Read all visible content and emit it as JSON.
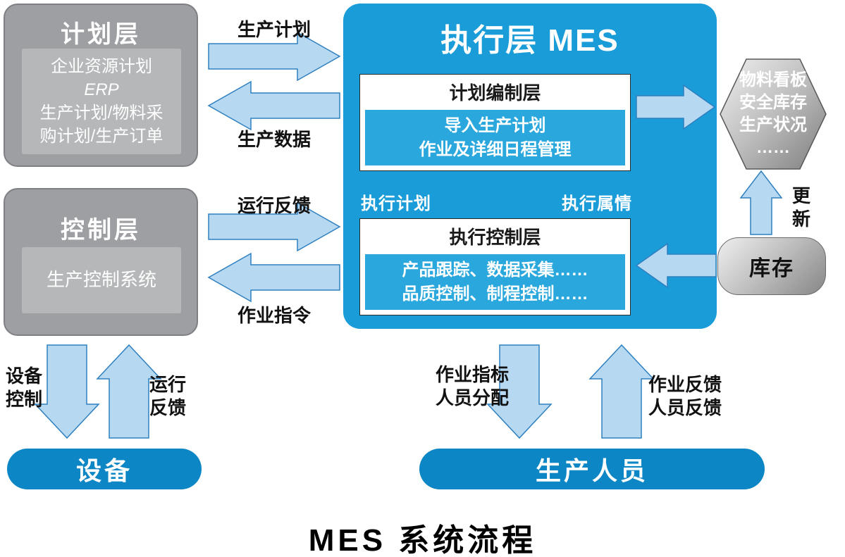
{
  "page_title": "MES 系统流程",
  "planning_layer": {
    "title": "计划层",
    "lines": [
      "企业资源计划",
      "ERP",
      "生产计划/物料采",
      "购计划/生产订单"
    ]
  },
  "control_layer": {
    "title": "控制层",
    "system": "生产控制系统"
  },
  "mes": {
    "title": "执行层 MES",
    "planning_box": {
      "header": "计划编制层",
      "lines": [
        "导入生产计划",
        "作业及详细日程管理"
      ]
    },
    "exec_plan_label": "执行计划",
    "exec_detail_label": "执行属情",
    "exec_box": {
      "header": "执行控制层",
      "lines": [
        "产品跟踪、数据采集……",
        "品质控制、制程控制……"
      ]
    }
  },
  "kanban": {
    "lines": "物料看板\n安全库存\n生产状况\n……"
  },
  "inventory_label": "库存",
  "arrow_labels": {
    "production_plan": "生产计划",
    "production_data": "生产数据",
    "run_feedback": "运行反馈",
    "work_order": "作业指令",
    "update": "更\n新",
    "device_control": "设备\n控制",
    "device_feedback": "运行\n反馈",
    "work_assign": "作业指标\n人员分配",
    "work_feedback": "作业反馈\n人员反馈"
  },
  "equipment_label": "设备",
  "personnel_label": "生产人员",
  "colors": {
    "mes_blue": "#1a9cd8",
    "inner_blue": "#2aa7dc",
    "stadium_blue": "#0c86c4",
    "arrow_fill": "#b7d8f1",
    "arrow_stroke": "#2f80c0",
    "gray_box": "#9d9fa2",
    "gray_inner": "#b5b7b9"
  }
}
